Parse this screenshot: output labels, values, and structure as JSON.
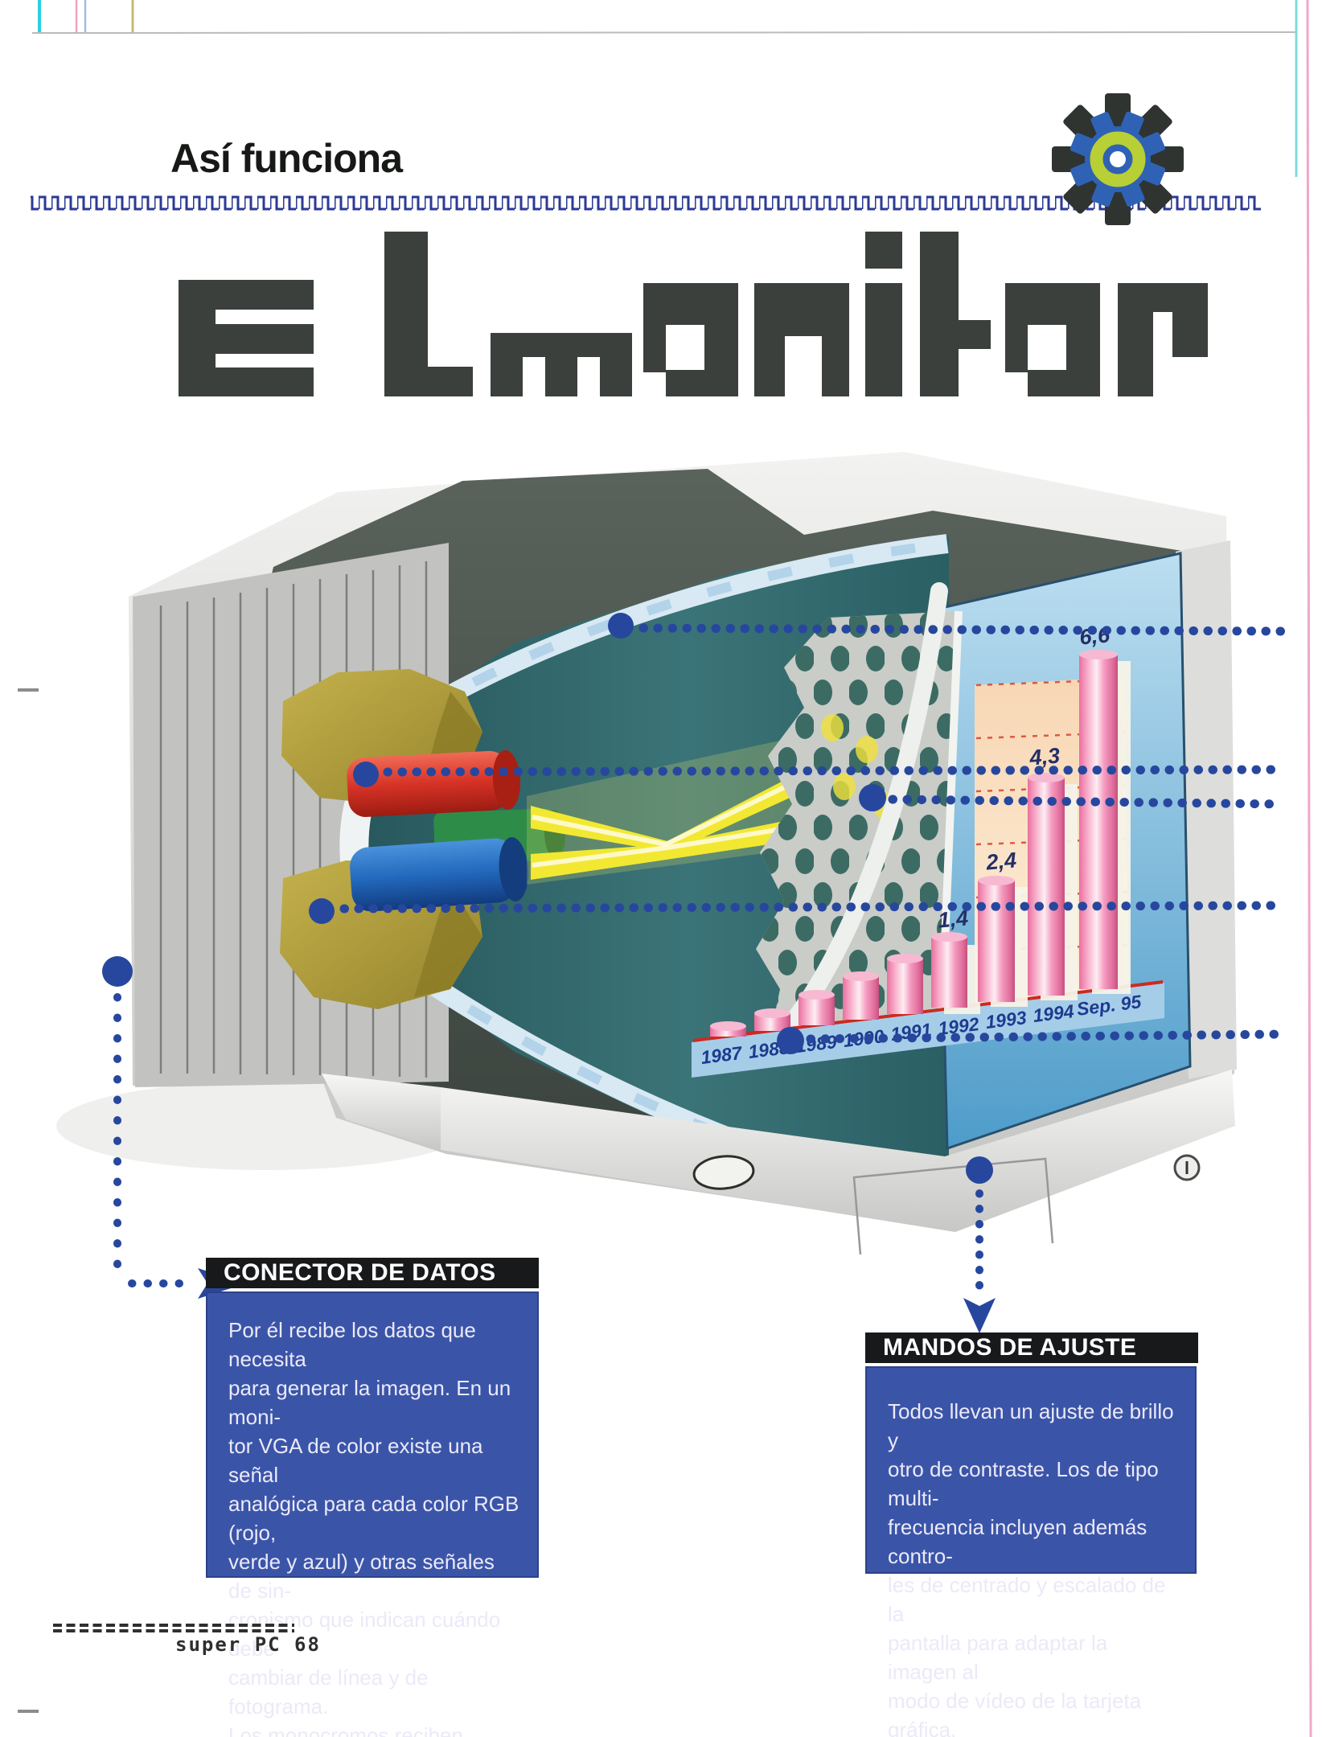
{
  "header": {
    "title": "Así funciona"
  },
  "wordmark": {
    "text": "El monitor"
  },
  "boxes": {
    "conector": {
      "title": "CONECTOR DE DATOS",
      "body": "Por él recibe los datos que necesita\npara generar la imagen. En un moni-\ntor VGA de color existe una señal\nanalógica para cada color RGB (rojo,\nverde y azul) y otras señales de sin-\ncronismo que indican cuándo debe\ncambiar de línea y de fotograma.\nLos monocromos reciben idénticas\nseñales pero sólo usan la verde."
    },
    "mandos": {
      "title": "MANDOS DE AJUSTE",
      "body": "Todos llevan un ajuste de brillo y\notro de contraste. Los de tipo multi-\nfrecuencia incluyen además contro-\nles de centrado y escalado de la\npantalla para adaptar la imagen al\nmodo de vídeo de la tarjeta gráfica."
    }
  },
  "footer": {
    "page_label": "super PC 68"
  },
  "chart_data": {
    "type": "bar",
    "title": "",
    "xlabel": "",
    "ylabel": "",
    "categories": [
      "1987",
      "1988",
      "1989",
      "1990",
      "1991",
      "1992",
      "1993",
      "1994",
      "Sep. 95"
    ],
    "values": [
      0.2,
      0.35,
      0.6,
      0.85,
      1.1,
      1.4,
      2.4,
      4.3,
      6.6
    ],
    "value_labels": [
      {
        "category": "1992",
        "label": "1,4"
      },
      {
        "category": "1993",
        "label": "2,4"
      },
      {
        "category": "1994",
        "label": "4,3"
      },
      {
        "category": "Sep. 95",
        "label": "6,6"
      }
    ],
    "ylim": [
      0,
      7
    ],
    "gridlines": "horizontal dotted red lines on peach panel",
    "legend": "none"
  },
  "icons": {
    "gear": "gear-icon",
    "arrow_right": "right-arrow-icon",
    "arrow_down": "down-arrow-icon",
    "power": "power-button-icon"
  },
  "colors": {
    "accent_blue": "#27479e",
    "pattern_navy": "#2b3a94",
    "panel_blue": "#3a55a8",
    "black_bar": "#17191a",
    "wordmark_ink": "#3b403c",
    "bar_pink": "#f08ab2",
    "chart_panel_peach": "#f9dcc0",
    "screen_blue": "#7fbcdc",
    "funnel_teal": "#2f6569",
    "yoke_olive": "#b3a238",
    "gun_red": "#d8362a",
    "gun_green": "#2e8c49",
    "gun_blue": "#2470c2",
    "beam_yellow": "#f2e832",
    "casing_gray": "#d6d7d4",
    "interior_dark": "#474f4a",
    "mask_gray": "#c9ccc7",
    "gear_dark": "#2f3430",
    "gear_blue": "#2f62b5",
    "gear_green": "#b8cf36",
    "grid_red": "#d2452f",
    "label_navy": "#1e3a8f"
  }
}
